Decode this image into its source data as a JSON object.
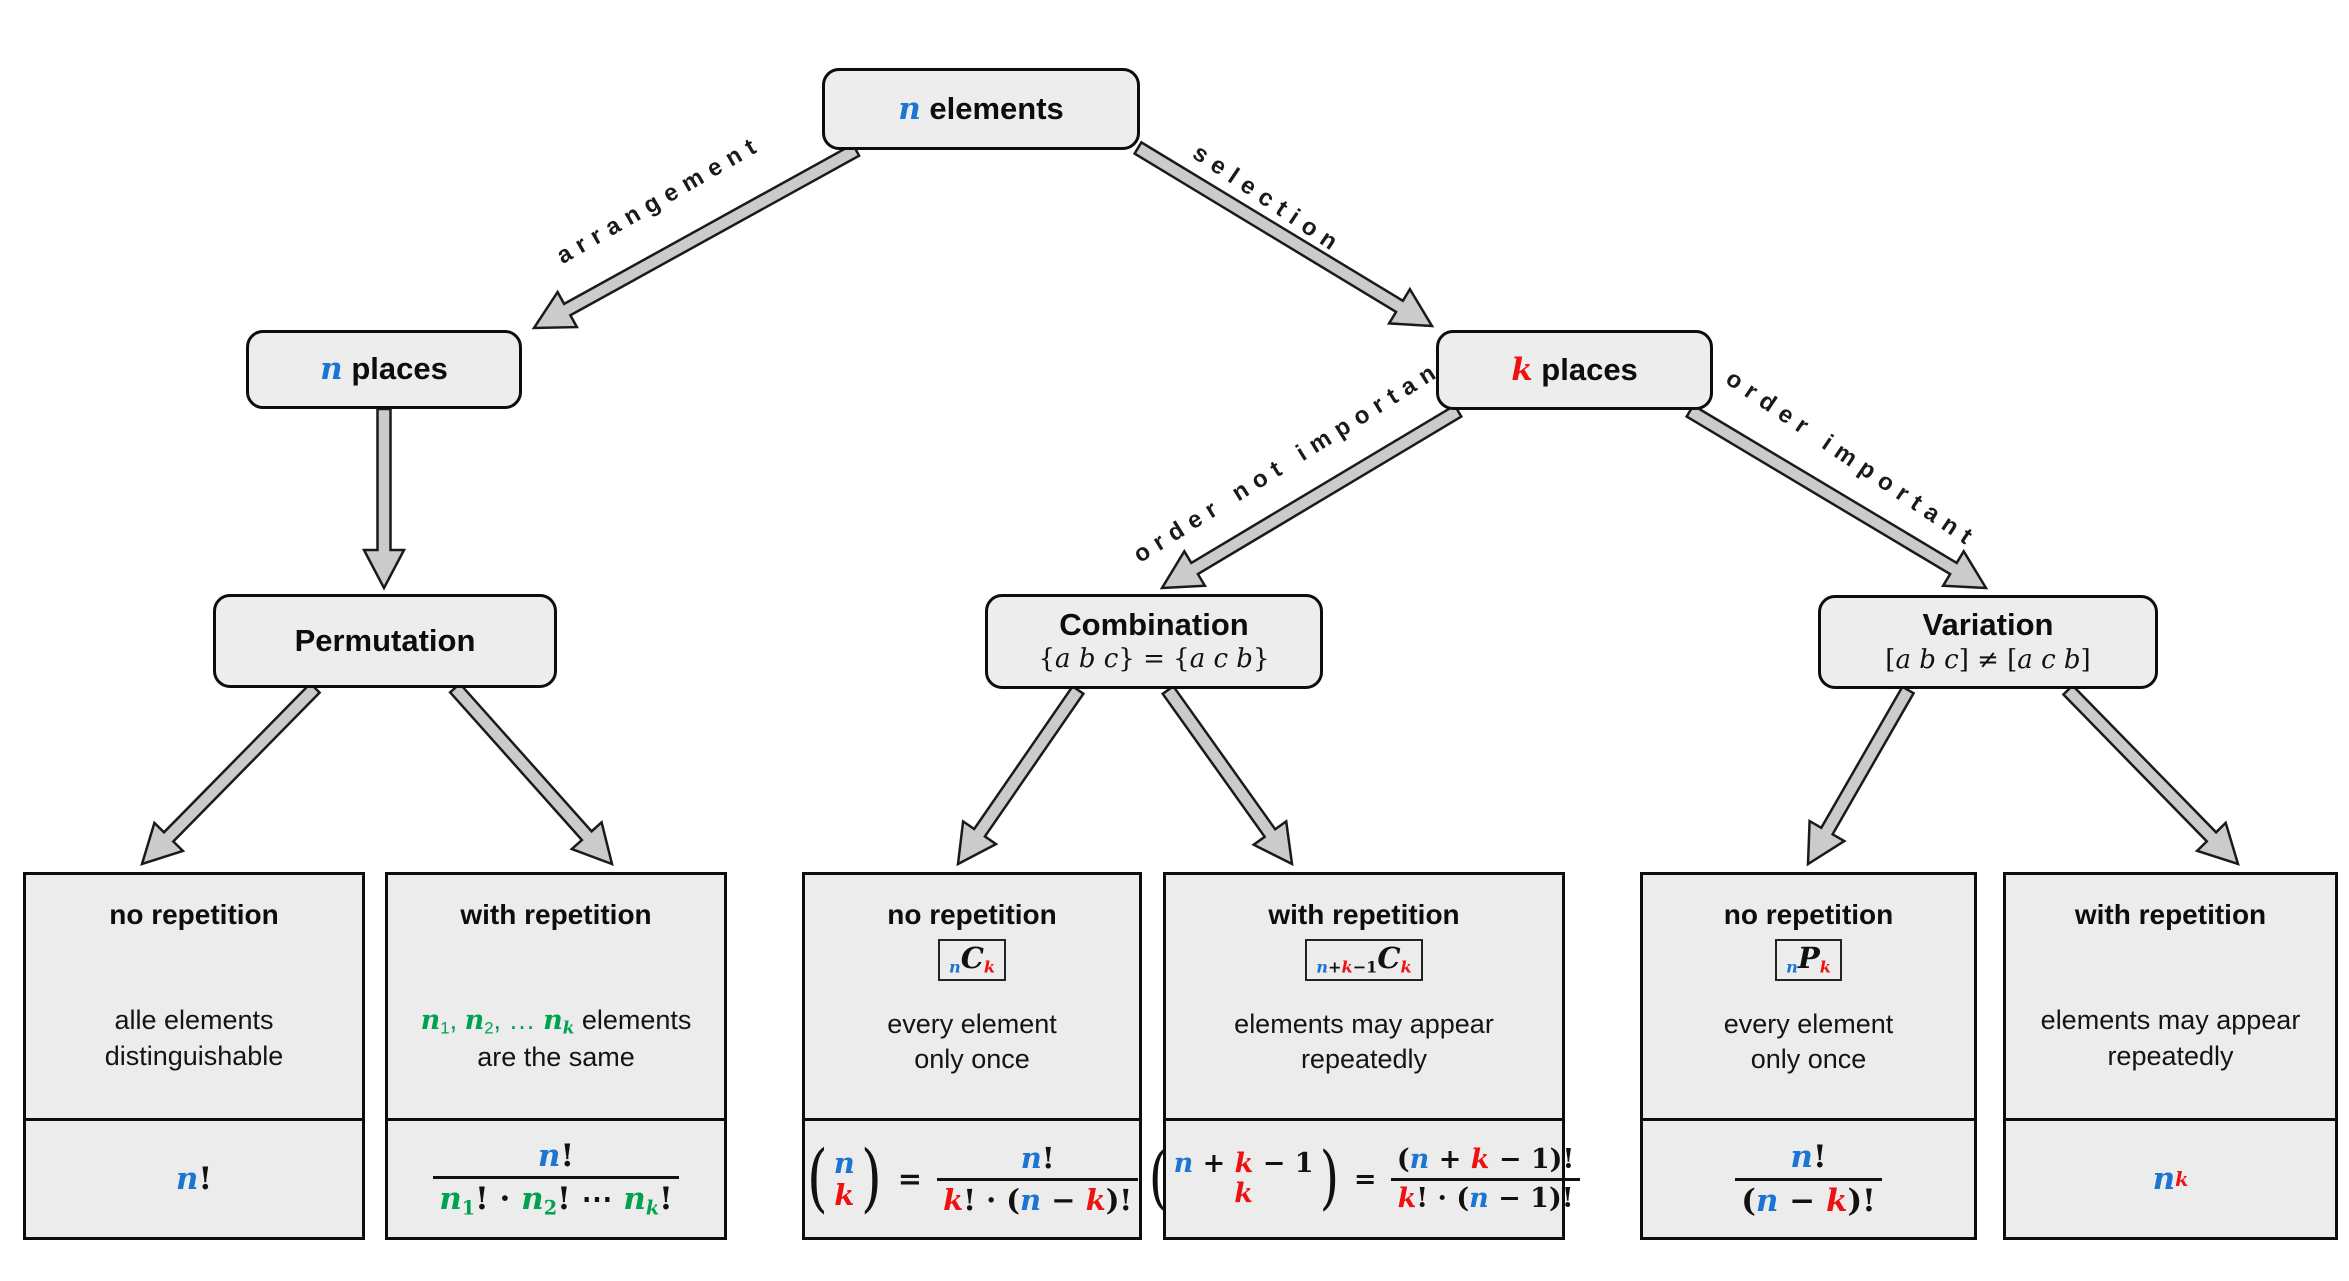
{
  "diagram": {
    "colors": {
      "n_blue": "#1b75d2",
      "k_red": "#ee1111",
      "multiplicity_green": "#00a24f",
      "box_fill": "#ececec",
      "arrow_fill": "#cbcbcb",
      "border": "#0d0d0d"
    },
    "root": {
      "label": [
        {
          "t": "n",
          "i": 1,
          "c": "b"
        },
        {
          "t": " elements"
        }
      ]
    },
    "n_places": {
      "label": [
        {
          "t": "n",
          "i": 1,
          "c": "b"
        },
        {
          "t": " places"
        }
      ]
    },
    "k_places": {
      "label": [
        {
          "t": "k",
          "i": 1,
          "c": "r"
        },
        {
          "t": " places"
        }
      ]
    },
    "permutation": {
      "title": "Permutation"
    },
    "combination": {
      "title": "Combination",
      "subtitle": [
        {
          "t": "{"
        },
        {
          "t": "a b c",
          "i": 1
        },
        {
          "t": "} = {"
        },
        {
          "t": "a c b",
          "i": 1
        },
        {
          "t": "}"
        }
      ]
    },
    "variation": {
      "title": "Variation",
      "subtitle": [
        {
          "t": "["
        },
        {
          "t": "a b c",
          "i": 1
        },
        {
          "t": "] ≠ ["
        },
        {
          "t": "a c b",
          "i": 1
        },
        {
          "t": "]"
        }
      ]
    },
    "edges": {
      "arrangement": "arrangement",
      "selection": "selection",
      "order_not_important": "order not important",
      "order_important": "order important"
    },
    "leaves": [
      {
        "header": "no repetition",
        "desc": [
          [
            {
              "t": "alle elements"
            }
          ],
          [
            {
              "t": "distinguishable"
            }
          ]
        ],
        "formula": [
          {
            "t": "n",
            "i": 1,
            "c": "b"
          },
          {
            "t": "!"
          }
        ]
      },
      {
        "header": "with repetition",
        "desc": [
          [
            {
              "t": "n",
              "i": 1,
              "c": "g"
            },
            {
              "t": "1",
              "sub": 1,
              "c": "g"
            },
            {
              "t": ", ",
              "c": "g"
            },
            {
              "t": "n",
              "i": 1,
              "c": "g"
            },
            {
              "t": "2",
              "sub": 1,
              "c": "g"
            },
            {
              "t": ", … ",
              "c": "g"
            },
            {
              "t": "n",
              "i": 1,
              "c": "g"
            },
            {
              "t": "k",
              "i": 1,
              "sub": 1,
              "c": "g"
            },
            {
              "t": " elements"
            }
          ],
          [
            {
              "t": "are the same"
            }
          ]
        ],
        "formula": [
          {
            "frac": {
              "num": [
                {
                  "t": "n",
                  "i": 1,
                  "c": "b"
                },
                {
                  "t": "!"
                }
              ],
              "den": [
                {
                  "t": "n",
                  "i": 1,
                  "c": "g"
                },
                {
                  "t": "1",
                  "sub": 1,
                  "c": "g"
                },
                {
                  "t": "! · "
                },
                {
                  "t": "n",
                  "i": 1,
                  "c": "g"
                },
                {
                  "t": "2",
                  "sub": 1,
                  "c": "g"
                },
                {
                  "t": "! ⋯ "
                },
                {
                  "t": "n",
                  "i": 1,
                  "c": "g"
                },
                {
                  "t": "k",
                  "i": 1,
                  "sub": 1,
                  "c": "g"
                },
                {
                  "t": "!"
                }
              ]
            }
          }
        ]
      },
      {
        "header": "no repetition",
        "badge": [
          {
            "t": "n",
            "i": 1,
            "sub": 1,
            "c": "b"
          },
          {
            "t": "C",
            "i": 1,
            "big": 1
          },
          {
            "t": "k",
            "i": 1,
            "sub": 1,
            "c": "r"
          }
        ],
        "desc": [
          [
            {
              "t": "every element"
            }
          ],
          [
            {
              "t": "only once"
            }
          ]
        ],
        "formula": [
          {
            "binom": {
              "top": [
                {
                  "t": "n",
                  "i": 1,
                  "c": "b"
                }
              ],
              "bot": [
                {
                  "t": "k",
                  "i": 1,
                  "c": "r"
                }
              ]
            }
          },
          {
            "t": " = "
          },
          {
            "frac": {
              "num": [
                {
                  "t": "n",
                  "i": 1,
                  "c": "b"
                },
                {
                  "t": "!"
                }
              ],
              "den": [
                {
                  "t": "k",
                  "i": 1,
                  "c": "r"
                },
                {
                  "t": "! · ("
                },
                {
                  "t": "n",
                  "i": 1,
                  "c": "b"
                },
                {
                  "t": " − "
                },
                {
                  "t": "k",
                  "i": 1,
                  "c": "r"
                },
                {
                  "t": ")!"
                }
              ]
            }
          }
        ]
      },
      {
        "header": "with repetition",
        "badge": [
          {
            "t": "n",
            "i": 1,
            "sub": 1,
            "c": "b"
          },
          {
            "t": "+",
            "sub": 1
          },
          {
            "t": "k",
            "i": 1,
            "sub": 1,
            "c": "r"
          },
          {
            "t": "−1",
            "sub": 1
          },
          {
            "t": "C",
            "i": 1,
            "big": 1
          },
          {
            "t": "k",
            "i": 1,
            "sub": 1,
            "c": "r"
          }
        ],
        "desc": [
          [
            {
              "t": "elements may appear"
            }
          ],
          [
            {
              "t": "repeatedly"
            }
          ]
        ],
        "formula": [
          {
            "binom": {
              "top": [
                {
                  "t": "n",
                  "i": 1,
                  "c": "b"
                },
                {
                  "t": " + "
                },
                {
                  "t": "k",
                  "i": 1,
                  "c": "r"
                },
                {
                  "t": " − 1"
                }
              ],
              "bot": [
                {
                  "t": "k",
                  "i": 1,
                  "c": "r"
                }
              ]
            }
          },
          {
            "t": " = "
          },
          {
            "frac": {
              "num": [
                {
                  "t": "("
                },
                {
                  "t": "n",
                  "i": 1,
                  "c": "b"
                },
                {
                  "t": " + "
                },
                {
                  "t": "k",
                  "i": 1,
                  "c": "r"
                },
                {
                  "t": " − 1)!"
                }
              ],
              "den": [
                {
                  "t": "k",
                  "i": 1,
                  "c": "r"
                },
                {
                  "t": "! · ("
                },
                {
                  "t": "n",
                  "i": 1,
                  "c": "b"
                },
                {
                  "t": " − 1)!"
                }
              ]
            }
          }
        ]
      },
      {
        "header": "no repetition",
        "badge": [
          {
            "t": "n",
            "i": 1,
            "sub": 1,
            "c": "b"
          },
          {
            "t": "P",
            "i": 1,
            "big": 1
          },
          {
            "t": "k",
            "i": 1,
            "sub": 1,
            "c": "r"
          }
        ],
        "desc": [
          [
            {
              "t": "every element"
            }
          ],
          [
            {
              "t": "only once"
            }
          ]
        ],
        "formula": [
          {
            "frac": {
              "num": [
                {
                  "t": "n",
                  "i": 1,
                  "c": "b"
                },
                {
                  "t": "!"
                }
              ],
              "den": [
                {
                  "t": "("
                },
                {
                  "t": "n",
                  "i": 1,
                  "c": "b"
                },
                {
                  "t": " − "
                },
                {
                  "t": "k",
                  "i": 1,
                  "c": "r"
                },
                {
                  "t": ")!"
                }
              ]
            }
          }
        ]
      },
      {
        "header": "with repetition",
        "desc": [
          [
            {
              "t": "elements may appear"
            }
          ],
          [
            {
              "t": "repeatedly"
            }
          ]
        ],
        "formula": [
          {
            "t": "n",
            "i": 1,
            "c": "b"
          },
          {
            "t": "k",
            "i": 1,
            "sup": 1,
            "c": "r"
          }
        ]
      }
    ]
  }
}
